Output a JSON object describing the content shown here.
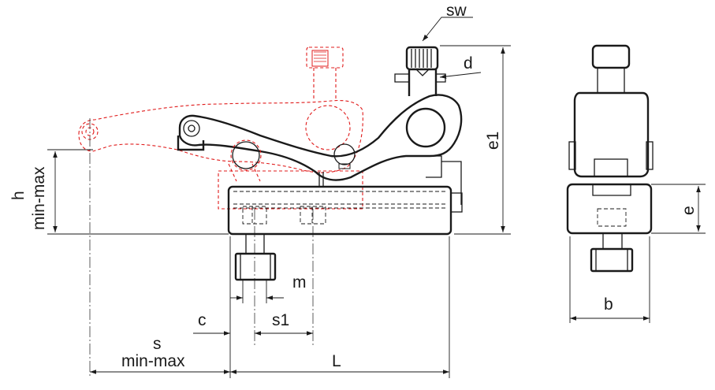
{
  "labels": {
    "sw": "sw",
    "d": "d",
    "e1": "e1",
    "h": "h",
    "h_range": "min-max",
    "m": "m",
    "c": "c",
    "s1": "s1",
    "s": "s",
    "s_range": "min-max",
    "L": "L",
    "e": "e",
    "b": "b"
  },
  "colors": {
    "line": "#1a1a1a",
    "alt_position": "#e01b1b",
    "background": "#ffffff"
  }
}
